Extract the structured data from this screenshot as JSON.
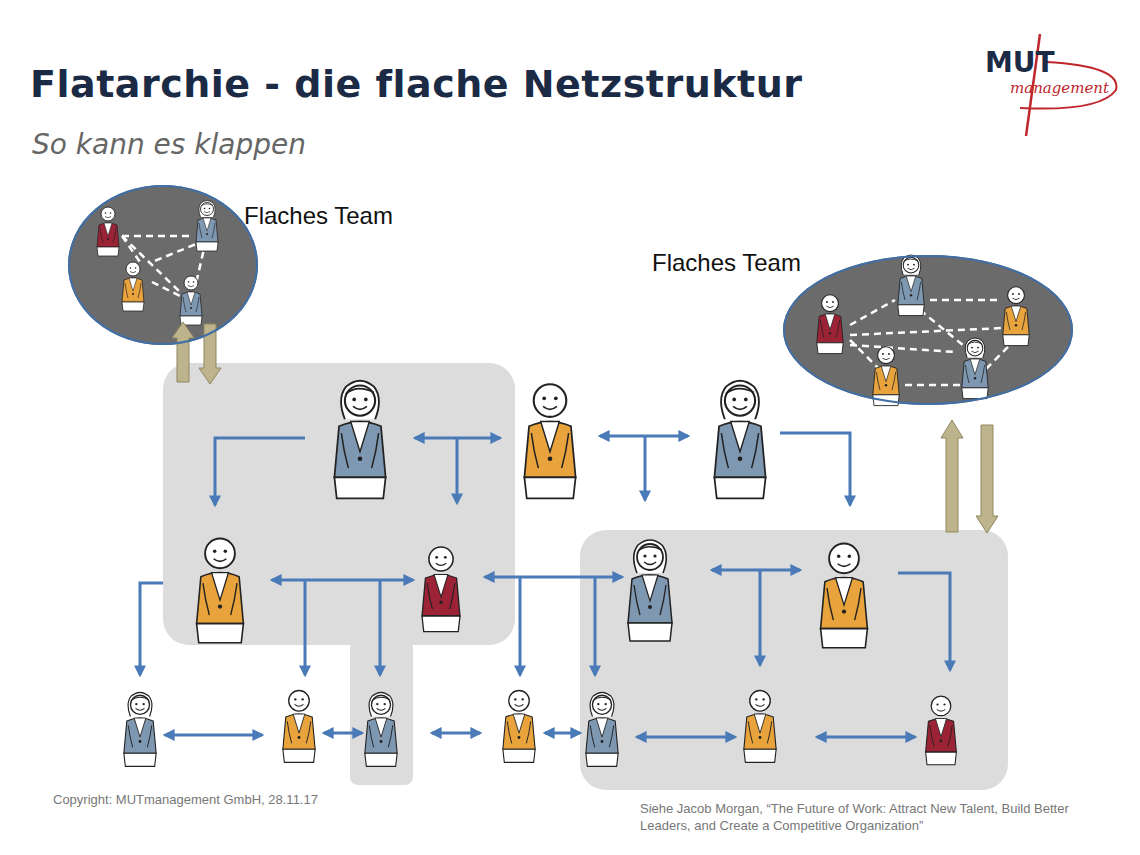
{
  "diagram": {
    "title": "Flatarchie - die flache Netzstruktur",
    "caption": "So kann es klappen",
    "nodes": [
      {
        "text": [
          "Flaches Team"
        ]
      },
      {
        "text": [
          "Flaches Team"
        ]
      }
    ],
    "labels": [
      "MUT",
      "management",
      "Copyright: MUTmanagement GmbH, 28.11.17",
      "Siehe Jacob Morgan, “The Future of Work: Attract New Talent, Build Better Leaders, and Create a Competitive Organization”"
    ]
  }
}
